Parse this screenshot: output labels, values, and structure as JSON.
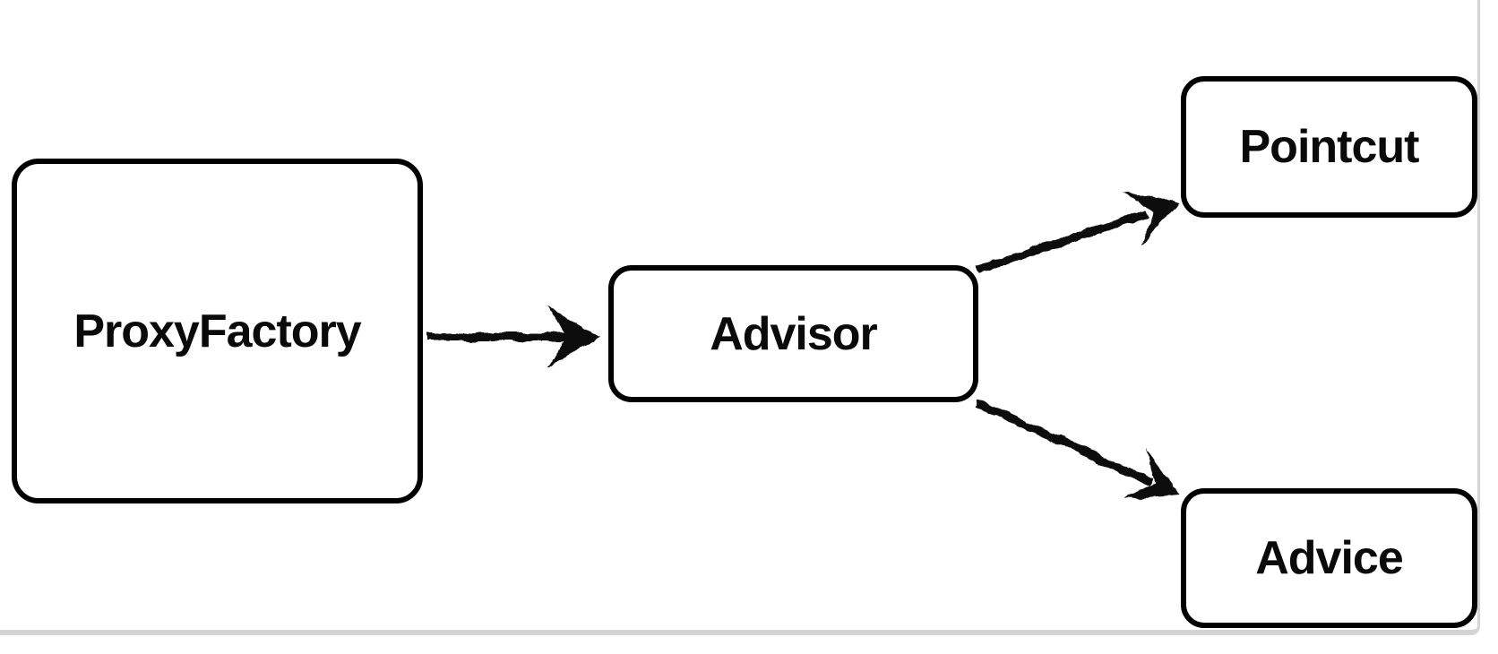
{
  "diagram": {
    "nodes": {
      "proxy_factory": {
        "label": "ProxyFactory"
      },
      "advisor": {
        "label": "Advisor"
      },
      "pointcut": {
        "label": "Pointcut"
      },
      "advice": {
        "label": "Advice"
      }
    },
    "edges": [
      {
        "from": "ProxyFactory",
        "to": "Advisor",
        "style": "sketch-arrow"
      },
      {
        "from": "Advisor",
        "to": "Pointcut",
        "style": "sketch-arrow"
      },
      {
        "from": "Advisor",
        "to": "Advice",
        "style": "sketch-arrow"
      }
    ],
    "colors": {
      "background": "#ffffff",
      "node_fill": "#ffffff",
      "node_border": "#000000",
      "arrow": "#0d0d0d",
      "frame_line": "#d4d4d4"
    }
  }
}
